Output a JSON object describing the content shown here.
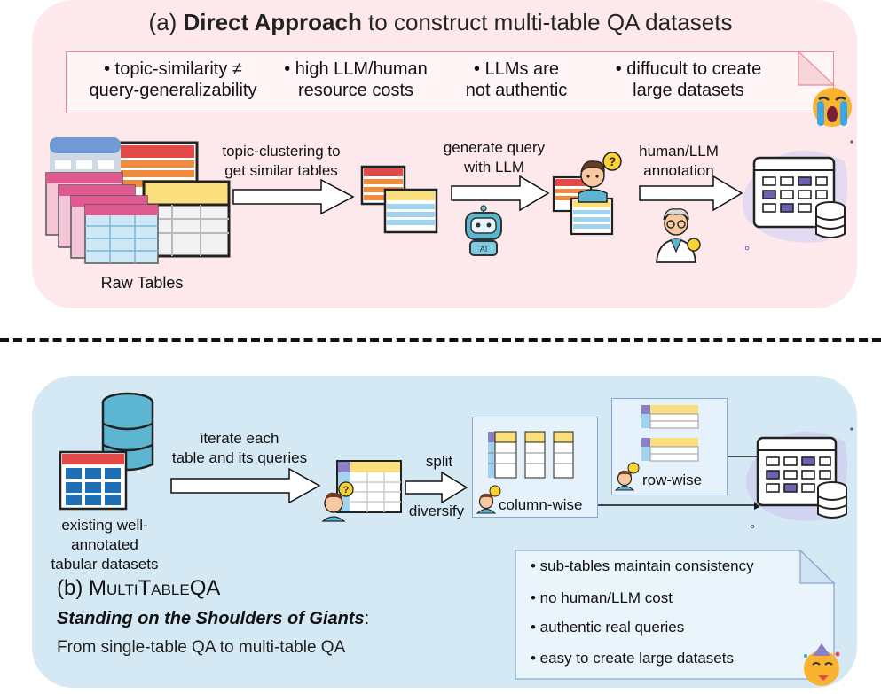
{
  "panel_a": {
    "title_prefix": "(a) ",
    "title_bold": "Direct Approach",
    "title_rest": " to construct multi-table QA datasets",
    "issues": [
      {
        "line1": "• topic-similarity ≠",
        "line2": "query-generalizability"
      },
      {
        "line1": "• high LLM/human",
        "line2": "resource costs"
      },
      {
        "line1": "• LLMs are",
        "line2": "not authentic"
      },
      {
        "line1": "• diffucult to create",
        "line2": "large datasets"
      }
    ],
    "raw_tables_label": "Raw Tables",
    "step1": {
      "line1": "topic-clustering to",
      "line2": "get similar tables"
    },
    "step2": {
      "line1": "generate query",
      "line2": "with LLM"
    },
    "step3": {
      "line1": "human/LLM",
      "line2": "annotation"
    },
    "robot_badge": "AI",
    "question_mark": "?"
  },
  "panel_b": {
    "existing": {
      "line1": "existing well-annotated",
      "line2": "tabular datasets"
    },
    "iterate": {
      "line1": "iterate each",
      "line2": "table and its queries"
    },
    "split_label": "split",
    "diversify_label": "diversify",
    "column_wise": "column-wise",
    "row_wise": "row-wise",
    "title_prefix": "(b) ",
    "title_name": "MultiTableQA",
    "subtitle": "Standing on the Shoulders of Giants",
    "subtitle_colon": ":",
    "subtitle2": "From single-table QA to multi-table QA",
    "benefits": [
      "• sub-tables maintain consistency",
      "• no human/LLM cost",
      "• authentic real queries",
      "• easy to create large datasets"
    ],
    "question_mark": "?"
  },
  "colors": {
    "panel_a_bg": "#fde9ec",
    "panel_b_bg": "#d5e9f5",
    "table_header_yellow": "#fbdf7c",
    "table_header_red": "#e24a4a",
    "table_header_purple": "#8b7fc7",
    "table_blue": "#9fd3ef",
    "db_teal": "#5cb6d1"
  }
}
